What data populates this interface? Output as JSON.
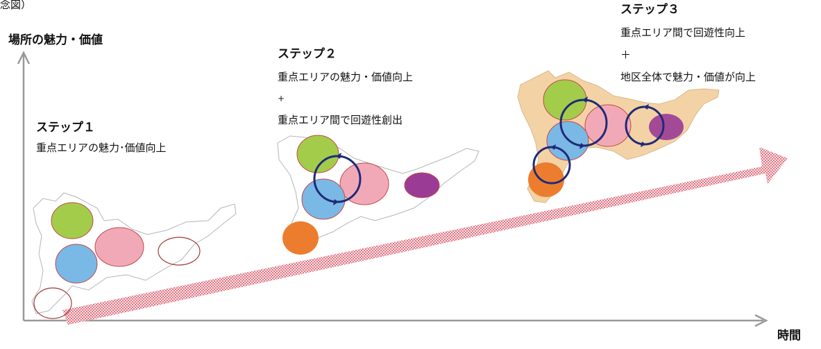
{
  "header": {
    "corner_text": "念図）"
  },
  "axes": {
    "y_label": "場所の魅力・価値",
    "x_label": "時間"
  },
  "steps": [
    {
      "title": "ステップ１",
      "lines": [
        "重点エリアの魅力･価値向上"
      ]
    },
    {
      "title": "ステップ２",
      "lines": [
        "重点エリアの魅力・価値向上",
        "+",
        "重点エリア間で回遊性創出"
      ]
    },
    {
      "title": "ステップ３",
      "lines": [
        "重点エリア間で回遊性向上",
        "＋",
        "地区全体で魅力・価値が向上"
      ]
    }
  ],
  "colors": {
    "green": "#a3cc4a",
    "pink": "#f2a9b7",
    "blue": "#7ab8e6",
    "orange": "#ec7d2f",
    "purple": "#9a3b96",
    "loop": "#1f2a78",
    "arrow": "#e07a88",
    "map_fill": "#f3d3a5",
    "outline": "#a03a3a"
  }
}
